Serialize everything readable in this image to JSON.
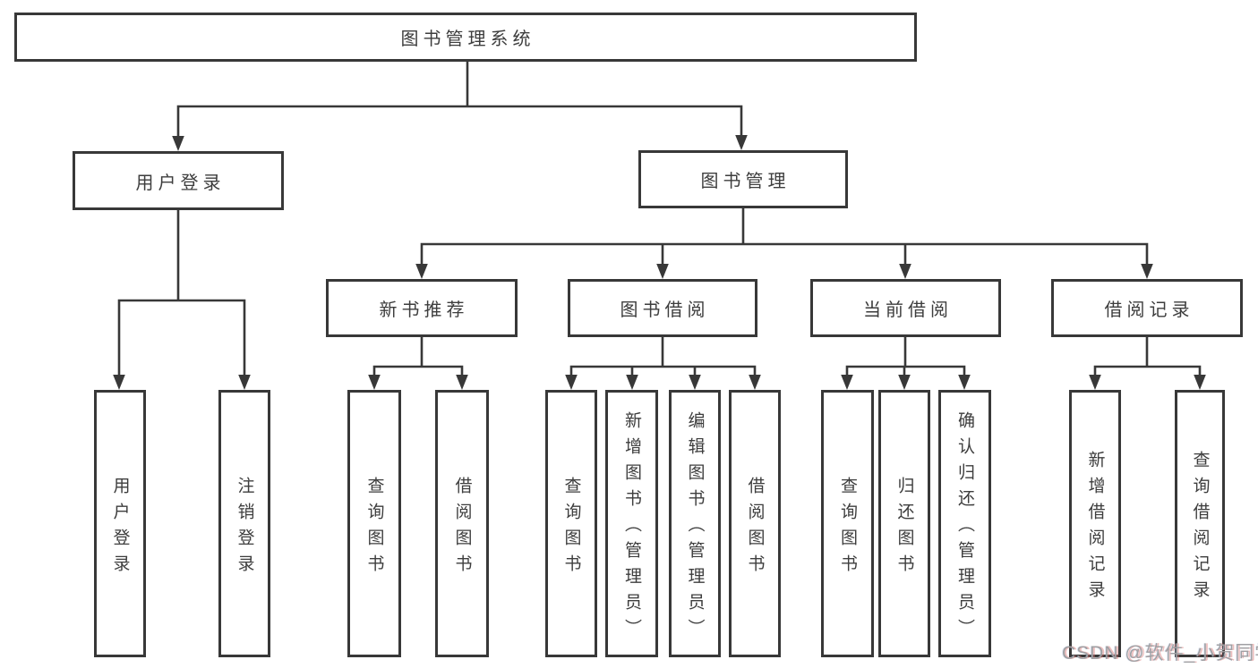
{
  "diagram": {
    "root": {
      "label": "图书管理系统"
    },
    "level2": [
      {
        "label": "用户登录"
      },
      {
        "label": "图书管理"
      }
    ],
    "level3": [
      {
        "label": "新书推荐"
      },
      {
        "label": "图书借阅"
      },
      {
        "label": "当前借阅"
      },
      {
        "label": "借阅记录"
      }
    ],
    "leaves": [
      {
        "label": "用户登录"
      },
      {
        "label": "注销登录"
      },
      {
        "label": "查询图书"
      },
      {
        "label": "借阅图书"
      },
      {
        "label": "查询图书"
      },
      {
        "label": "新增图书（管理员）"
      },
      {
        "label": "编辑图书（管理员）"
      },
      {
        "label": "借阅图书"
      },
      {
        "label": "查询图书"
      },
      {
        "label": "归还图书"
      },
      {
        "label": "确认归还（管理员）"
      },
      {
        "label": "新增借阅记录"
      },
      {
        "label": "查询借阅记录"
      }
    ]
  },
  "watermark": {
    "text": "CSDN @软件_小贺同学"
  },
  "colors": {
    "line": "#383838",
    "text": "#3d3d3d",
    "background": "#ffffff",
    "watermark_gray": "#a0a0a3",
    "watermark_red": "#d86e6e"
  }
}
